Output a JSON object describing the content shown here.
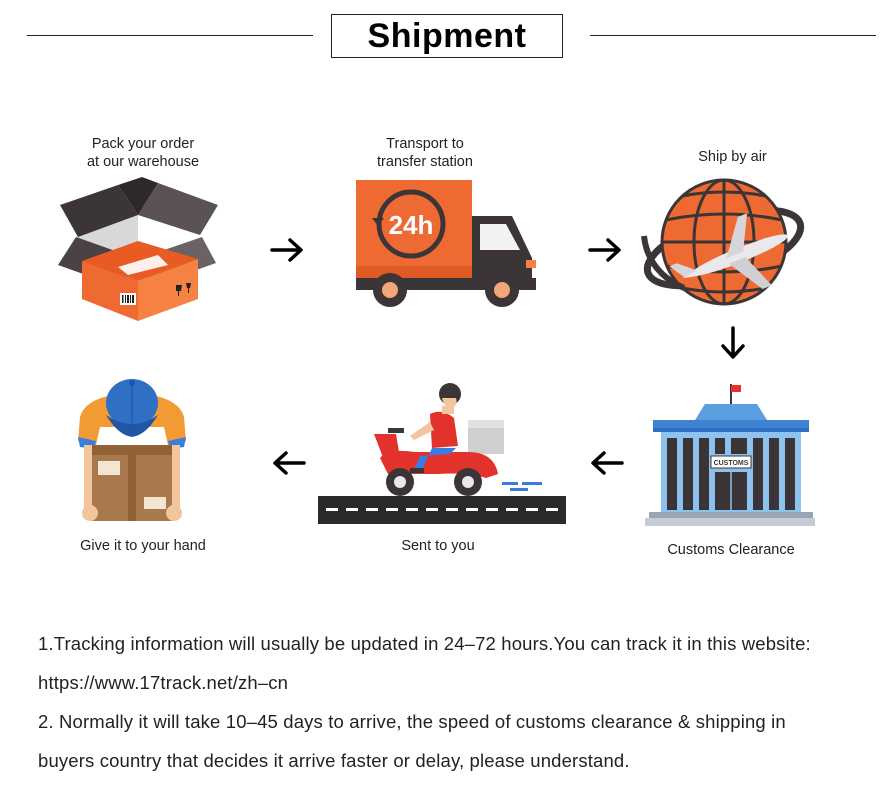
{
  "header": {
    "title": "Shipment"
  },
  "steps": [
    {
      "label_lines": [
        "Pack your order",
        "at our warehouse"
      ],
      "icon": "package-box-icon"
    },
    {
      "label_lines": [
        "Transport to",
        "transfer station"
      ],
      "icon": "delivery-truck-icon",
      "badge": "24h"
    },
    {
      "label_lines": [
        "Ship by air"
      ],
      "icon": "globe-airplane-icon"
    },
    {
      "label_lines": [
        "Customs Clearance"
      ],
      "icon": "customs-building-icon",
      "sign": "CUSTOMS"
    },
    {
      "label_lines": [
        "Sent to you"
      ],
      "icon": "scooter-courier-icon"
    },
    {
      "label_lines": [
        "Give it to your hand"
      ],
      "icon": "person-holding-box-icon"
    }
  ],
  "notes": [
    "1.Tracking information will usually be updated in 24–72 hours.You can track it in this website:",
    "https://www.17track.net/zh–cn",
    "2. Normally it will take 10–45 days to arrive, the speed of customs clearance & shipping in",
    "buyers country that decides it arrive faster or delay, please understand."
  ],
  "colors": {
    "orange": "#ef6a32",
    "dark": "#3b3537",
    "blue": "#2f6fc4",
    "light_blue": "#8dc2ee",
    "red": "#e3312b"
  }
}
